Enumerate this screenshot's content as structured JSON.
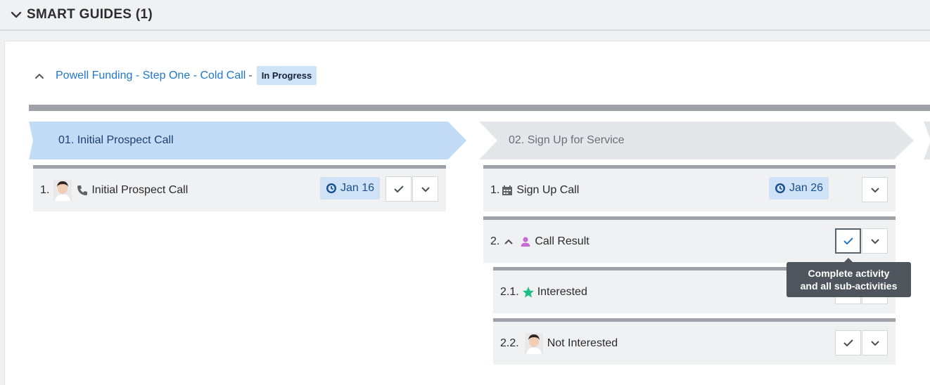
{
  "section": {
    "title": "SMART GUIDES (1)"
  },
  "guide": {
    "name": "Powell Funding - Step One - Cold Call",
    "separator": "-",
    "status": "In Progress"
  },
  "stages": [
    {
      "label": "01. Initial Prospect Call",
      "state": "active"
    },
    {
      "label": "02. Sign Up for Service",
      "state": "pending"
    }
  ],
  "stage1": {
    "activities": [
      {
        "number": "1.",
        "label": "Initial Prospect Call",
        "type_icon": "phone-icon",
        "date": "Jan 16"
      }
    ]
  },
  "stage2": {
    "activities": [
      {
        "number": "1.",
        "label": "Sign Up Call",
        "type_icon": "calendar-icon",
        "date": "Jan 26"
      },
      {
        "number": "2.",
        "label": "Call Result",
        "type_icon": "person-icon"
      }
    ],
    "subactivities": [
      {
        "number": "2.1.",
        "label": "Interested",
        "type_icon": "star-icon"
      },
      {
        "number": "2.2.",
        "label": "Not Interested",
        "type_icon": "avatar"
      }
    ]
  },
  "tooltip": {
    "line1": "Complete activity",
    "line2": "and all sub-activities"
  },
  "colors": {
    "accent": "#1f78c8",
    "active_stage": "#c2dcf8",
    "inactive_stage": "#e4e7e9",
    "badge": "#cfe2f6",
    "star": "#1cbf84",
    "person": "#c86ad6"
  }
}
